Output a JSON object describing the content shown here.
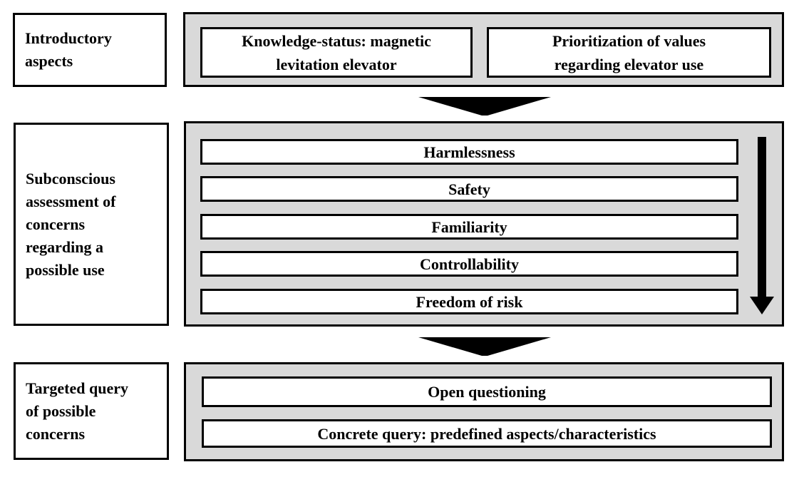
{
  "diagram": {
    "colors": {
      "background": "#ffffff",
      "panel_fill": "#d9d9d9",
      "box_fill": "#ffffff",
      "border": "#000000",
      "arrow_fill": "#000000"
    },
    "stages": [
      {
        "label": "Introductory aspects",
        "label_lines": [
          "Introductory",
          "aspects"
        ],
        "boxes": [
          {
            "text": "Knowledge-status: magnetic levitation elevator",
            "lines": [
              "Knowledge-status: magnetic",
              "levitation elevator"
            ]
          },
          {
            "text": "Prioritization of values regarding elevator use",
            "lines": [
              "Prioritization of values",
              "regarding elevator use"
            ]
          }
        ]
      },
      {
        "label": "Subconscious assessment of concerns regarding a possible use",
        "label_lines": [
          "Subconscious",
          "assessment of",
          "concerns",
          "regarding a",
          "possible use"
        ],
        "boxes": [
          {
            "text": "Harmlessness",
            "lines": [
              "Harmlessness"
            ]
          },
          {
            "text": "Safety",
            "lines": [
              "Safety"
            ]
          },
          {
            "text": "Familiarity",
            "lines": [
              "Familiarity"
            ]
          },
          {
            "text": "Controllability",
            "lines": [
              "Controllability"
            ]
          },
          {
            "text": "Freedom of risk",
            "lines": [
              "Freedom of risk"
            ]
          }
        ]
      },
      {
        "label": "Targeted query of possible concerns",
        "label_lines": [
          "Targeted query",
          "of possible",
          "concerns"
        ],
        "boxes": [
          {
            "text": "Open questioning",
            "lines": [
              "Open questioning"
            ]
          },
          {
            "text": "Concrete query: predefined aspects/characteristics",
            "lines": [
              "Concrete query: predefined aspects/characteristics"
            ]
          }
        ]
      }
    ],
    "connectors": {
      "flow_arrow_1": "down",
      "flow_arrow_2": "down",
      "sequence_arrow": "down"
    }
  }
}
